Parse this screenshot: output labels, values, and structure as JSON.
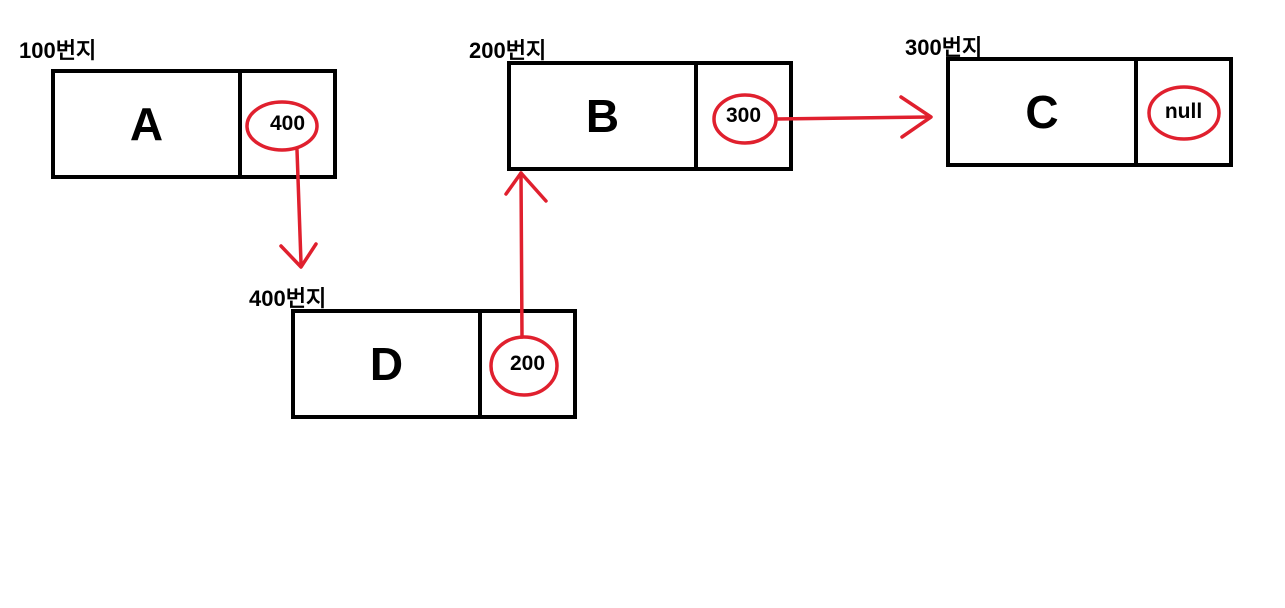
{
  "nodes": {
    "a": {
      "address": "100번지",
      "data": "A",
      "next": "400"
    },
    "b": {
      "address": "200번지",
      "data": "B",
      "next": "300"
    },
    "c": {
      "address": "300번지",
      "data": "C",
      "next": "null"
    },
    "d": {
      "address": "400번지",
      "data": "D",
      "next": "200"
    }
  },
  "colors": {
    "annotation": "#e0202e",
    "box": "#000000"
  }
}
